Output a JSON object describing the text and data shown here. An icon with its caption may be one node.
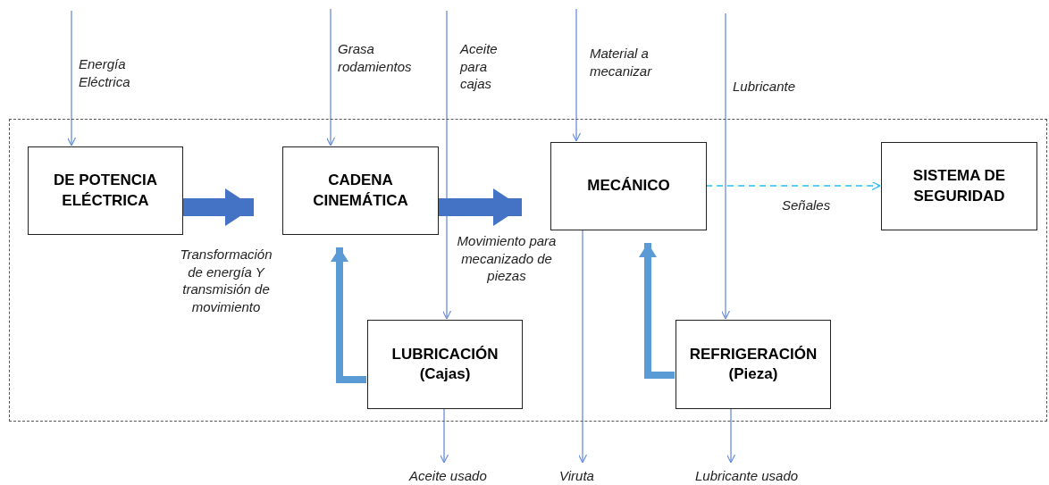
{
  "diagram": {
    "nodes": [
      {
        "text": [],
        "shape": "box"
      },
      {
        "text": [
          "DE POTENCIA ELÉCTRICA"
        ],
        "in": 0
      },
      {
        "text": [
          "CADENA CINEMÁTICA"
        ],
        "in": 0
      },
      {
        "text": [
          "MECÁNICO"
        ],
        "in": 0
      },
      {
        "text": [
          "SISTEMA DE SEGURIDAD"
        ],
        "in": 0
      },
      {
        "text": [
          "LUBRICACIÓN (Cajas)"
        ],
        "in": 0
      },
      {
        "text": [
          "REFRIGERACIÓN (Pieza)"
        ],
        "in": 0
      }
    ],
    "edges": [
      {
        "from": null,
        "to": 1,
        "arrow": "to",
        "label": "Energía Eléctrica"
      },
      {
        "from": null,
        "to": 2,
        "arrow": "to",
        "label": "Grasa rodamientos"
      },
      {
        "from": null,
        "to": 5,
        "arrow": "to",
        "label": "Aceite para cajas"
      },
      {
        "from": null,
        "to": 3,
        "arrow": "to",
        "label": "Material a mecanizar"
      },
      {
        "from": null,
        "to": 6,
        "arrow": "to",
        "label": "Lubricante"
      },
      {
        "from": 1,
        "to": 2,
        "arrow": "to",
        "label": "Transformación de energía Y transmisión de movimiento",
        "style": "thick",
        "color": "#4472c4"
      },
      {
        "from": 2,
        "to": 3,
        "arrow": "to",
        "label": "Movimiento para mecanizado de piezas",
        "style": "thick",
        "color": "#4472c4"
      },
      {
        "from": 3,
        "to": 4,
        "arrow": "to",
        "label": "Señales",
        "style": "dashed",
        "color": "#33bbee"
      },
      {
        "from": 5,
        "to": 2,
        "arrow": "to",
        "style": "thick",
        "color": "#5b9bd5"
      },
      {
        "from": 6,
        "to": 3,
        "arrow": "to",
        "style": "thick",
        "color": "#5b9bd5"
      },
      {
        "from": 5,
        "to": null,
        "arrow": "to",
        "label": "Aceite usado"
      },
      {
        "from": 3,
        "to": null,
        "arrow": "to",
        "label": "Viruta"
      },
      {
        "from": 6,
        "to": null,
        "arrow": "to",
        "label": "Lubricante usado"
      }
    ]
  }
}
